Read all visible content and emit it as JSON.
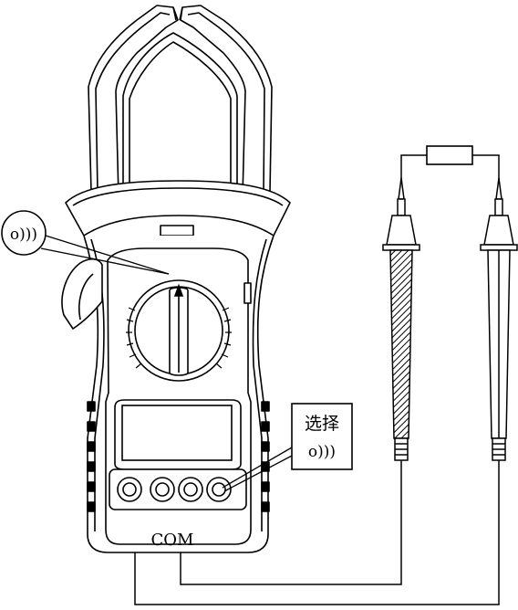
{
  "labels": {
    "com": "COM",
    "select": "选择",
    "continuity_symbol": "o)))",
    "button_symbol": "o)))"
  },
  "icons": {
    "continuity": "sound-wave-icon",
    "resistor": "resistor-icon"
  },
  "colors": {
    "ink": "#000000",
    "background": "#ffffff"
  }
}
